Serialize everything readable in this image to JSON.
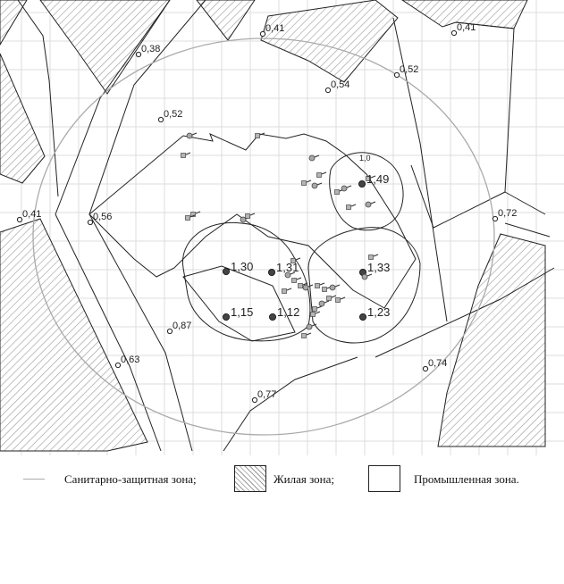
{
  "map": {
    "receptor_points": [
      {
        "id": "p1",
        "label": "0,41"
      },
      {
        "id": "p2",
        "label": "0,41"
      },
      {
        "id": "p3",
        "label": "0,38"
      },
      {
        "id": "p4",
        "label": "0,52"
      },
      {
        "id": "p5",
        "label": "0,54"
      },
      {
        "id": "p6",
        "label": "0,52"
      },
      {
        "id": "p7",
        "label": "0,41"
      },
      {
        "id": "p8",
        "label": "0,56"
      },
      {
        "id": "p9",
        "label": "0,72"
      },
      {
        "id": "p10",
        "label": "0,87"
      },
      {
        "id": "p11",
        "label": "0,63"
      },
      {
        "id": "p12",
        "label": "0,74"
      },
      {
        "id": "p13",
        "label": "0,77"
      }
    ],
    "source_points": [
      {
        "id": "s1",
        "label": "1,49"
      },
      {
        "id": "s2",
        "label": "1,30"
      },
      {
        "id": "s3",
        "label": "1,31"
      },
      {
        "id": "s4",
        "label": "1,33"
      },
      {
        "id": "s5",
        "label": "1,15"
      },
      {
        "id": "s6",
        "label": "1,12"
      },
      {
        "id": "s7",
        "label": "1,23"
      }
    ],
    "isoline_label": "1,0"
  },
  "legend": {
    "sanitary_zone": "Санитарно-защитная зона;",
    "residential_zone": "Жилая зона;",
    "industrial_zone": "Промышленная зона."
  },
  "colors": {
    "grid": "#dcdcdc",
    "hatch": "#9a9a9a",
    "outline": "#222222",
    "sanitary_zone_line": "#aaaaaa",
    "source_point": "#444444"
  }
}
